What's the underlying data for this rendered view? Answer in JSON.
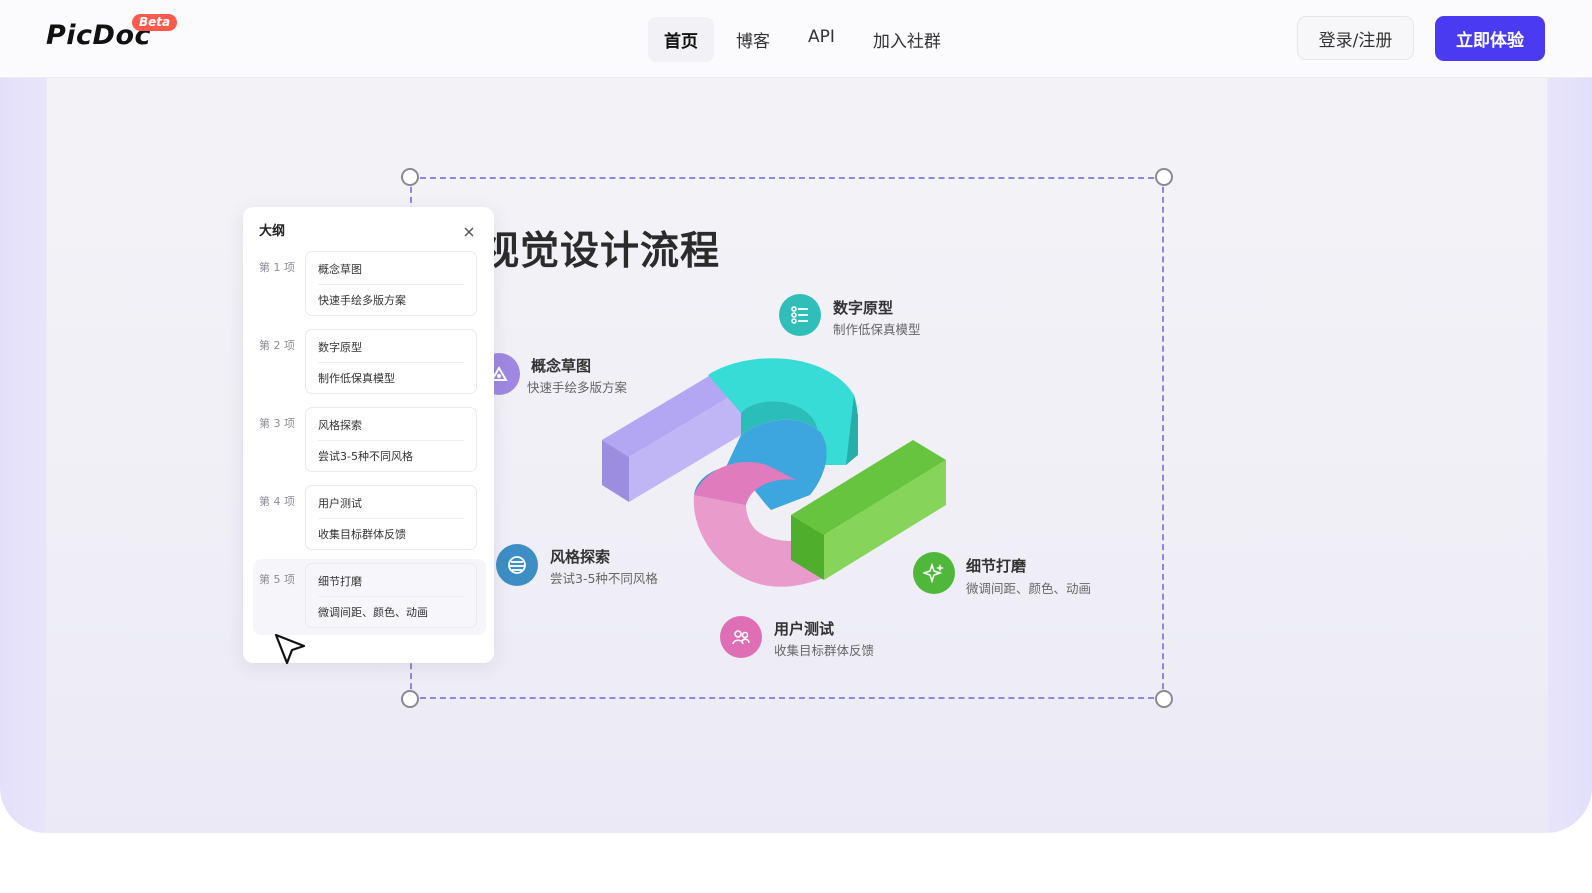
{
  "header": {
    "logo": "PicDoc",
    "beta_badge": "Beta",
    "nav": [
      {
        "label": "首页",
        "active": true
      },
      {
        "label": "博客",
        "active": false
      },
      {
        "label": "API",
        "active": false
      },
      {
        "label": "加入社群",
        "active": false
      }
    ],
    "login_label": "登录/注册",
    "try_label": "立即体验"
  },
  "colors": {
    "accent": "#4a3bf2",
    "beta": "#ff5a4e",
    "selection": "#8e86e6",
    "purple_step": "#9e88e0",
    "teal_step": "#2fbfb8",
    "blue_step": "#3d8ec5",
    "pink_step": "#de6fb4",
    "green_step": "#4fb83a"
  },
  "canvas": {
    "title": "视觉设计流程",
    "steps": [
      {
        "title": "概念草图",
        "desc": "快速手绘多版方案",
        "icon": "sketch-icon"
      },
      {
        "title": "数字原型",
        "desc": "制作低保真模型",
        "icon": "list-icon"
      },
      {
        "title": "风格探索",
        "desc": "尝试3-5种不同风格",
        "icon": "layers-icon"
      },
      {
        "title": "用户测试",
        "desc": "收集目标群体反馈",
        "icon": "users-icon"
      },
      {
        "title": "细节打磨",
        "desc": "微调间距、颜色、动画",
        "icon": "sparkle-icon"
      }
    ]
  },
  "outline": {
    "title": "大纲",
    "items": [
      {
        "label": "第 1 项",
        "title": "概念草图",
        "desc": "快速手绘多版方案"
      },
      {
        "label": "第 2 项",
        "title": "数字原型",
        "desc": "制作低保真模型"
      },
      {
        "label": "第 3 项",
        "title": "风格探索",
        "desc": "尝试3-5种不同风格"
      },
      {
        "label": "第 4 项",
        "title": "用户测试",
        "desc": "收集目标群体反馈"
      },
      {
        "label": "第 5 项",
        "title": "细节打磨",
        "desc": "微调间距、颜色、动画"
      }
    ]
  }
}
